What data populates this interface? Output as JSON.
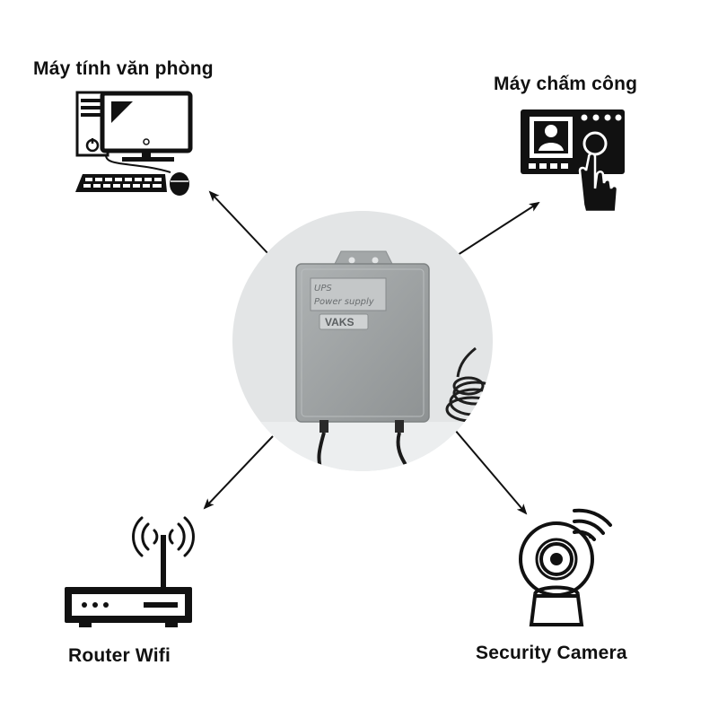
{
  "nodes": {
    "office_computer": {
      "label": "Máy tính văn phòng",
      "icon": "desktop-computer-icon"
    },
    "time_attendance": {
      "label": "Máy chấm công",
      "icon": "fingerprint-attendance-icon"
    },
    "router": {
      "label": "Router Wifi",
      "icon": "wifi-router-icon"
    },
    "camera": {
      "label": "Security Camera",
      "icon": "wifi-security-camera-icon"
    }
  },
  "center": {
    "device_text_line1": "UPS",
    "device_text_line2": "Power supply",
    "device_brand": "VAKS"
  },
  "colors": {
    "icon": "#111111",
    "arrow": "#111111",
    "device_body": "#9fa3a4",
    "photo_background": "#e3e5e6"
  }
}
